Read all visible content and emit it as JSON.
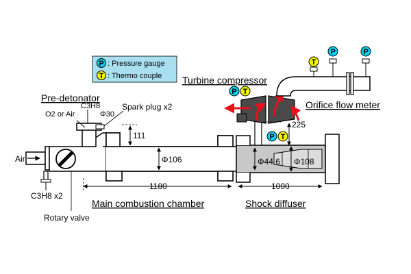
{
  "legend": {
    "pressure_badge": "P",
    "pressure_label": ": Pressure gauge",
    "thermo_badge": "T",
    "thermo_label": ": Thermo couple",
    "background_color": "#a9dfef"
  },
  "labels": {
    "pre_detonator": "Pre-detonator",
    "o2_or_air": "O2 or Air",
    "c3h8_top": "C3H8",
    "phi30": "Φ30",
    "spark_plug": "Spark plug x2",
    "dim_111": "111",
    "air": "Air",
    "c3h8_bottom": "C3H8 x2",
    "rotary_valve": "Rotary valve",
    "phi106": "Φ106",
    "dim_1180": "1180",
    "main_combustion_chamber": "Main combustion chamber",
    "turbine_compressor": "Turbine compressor",
    "orifice_flow_meter": "Orifice flow meter",
    "dim_225": "225",
    "phi44_6": "Φ44.6",
    "phi108": "Φ108",
    "dim_1000": "1000",
    "shock_diffuser": "Shock diffuser"
  },
  "gauges": {
    "p": "P",
    "t": "T"
  },
  "colors": {
    "gauge_fill": "#00d2f0",
    "thermo_fill": "#f5f500",
    "flow_arrow": "#e8101a",
    "pipe_fill": "#ffffff",
    "diffuser_fill": "#c8c8c8",
    "turbine_fill": "#4a4a4a"
  }
}
